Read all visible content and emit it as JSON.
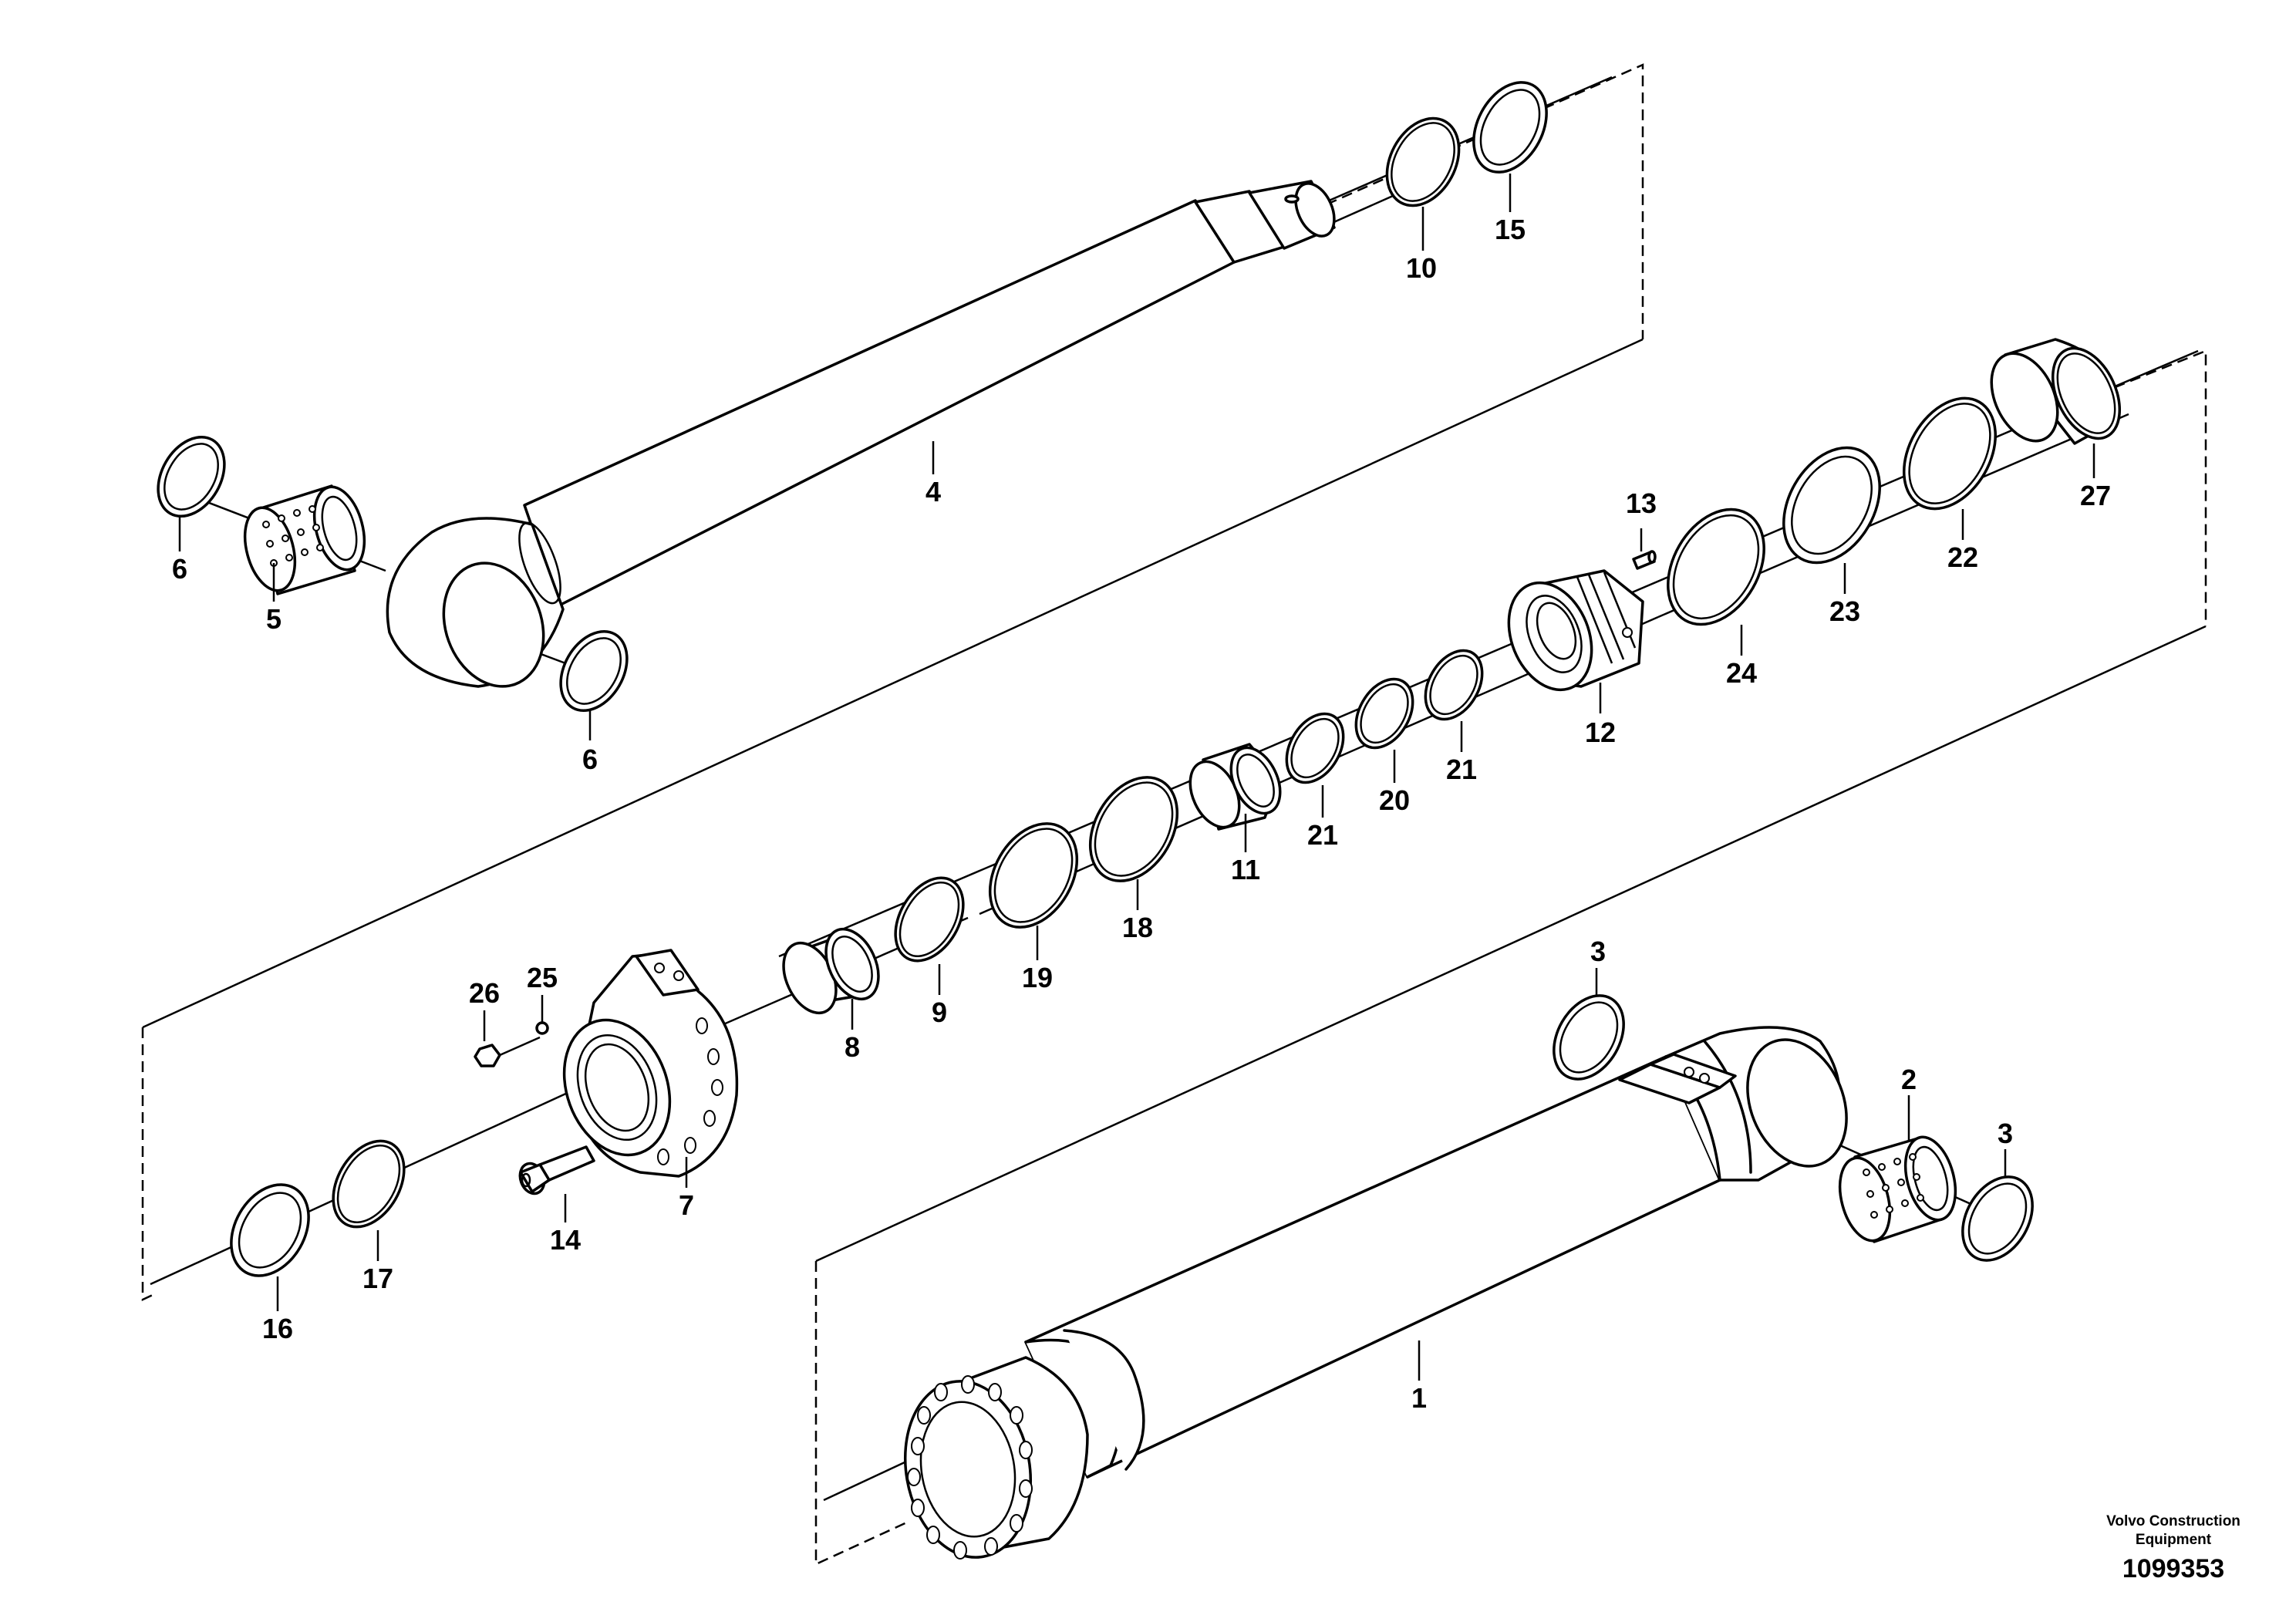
{
  "callouts": {
    "c1": "1",
    "c2": "2",
    "c3a": "3",
    "c3b": "3",
    "c4": "4",
    "c5": "5",
    "c6a": "6",
    "c6b": "6",
    "c7": "7",
    "c8": "8",
    "c9": "9",
    "c10": "10",
    "c11": "11",
    "c12": "12",
    "c13": "13",
    "c14": "14",
    "c15": "15",
    "c16": "16",
    "c17": "17",
    "c18": "18",
    "c19": "19",
    "c20": "20",
    "c21a": "21",
    "c21b": "21",
    "c22": "22",
    "c23": "23",
    "c24": "24",
    "c25": "25",
    "c26": "26",
    "c27": "27"
  },
  "brand": {
    "line1": "Volvo Construction",
    "line2": "Equipment"
  },
  "document_number": "1099353"
}
